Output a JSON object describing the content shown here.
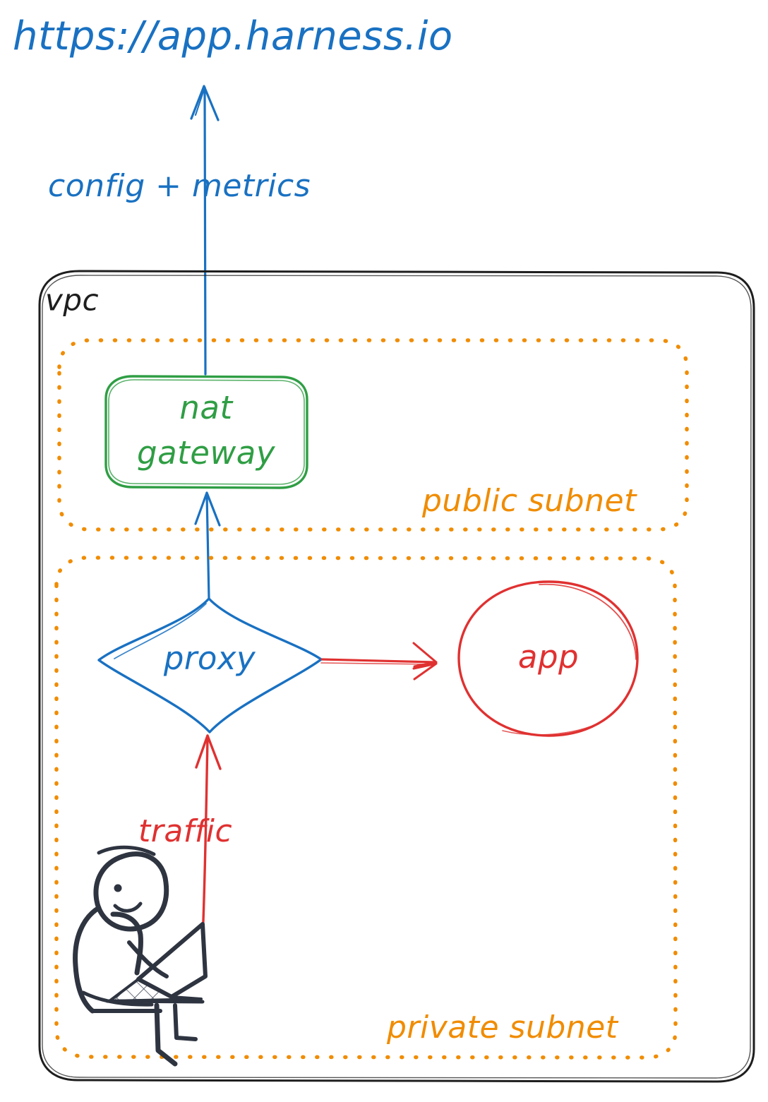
{
  "diagram": {
    "title_url": "https://app.harness.io",
    "colors": {
      "blue": "#1971c2",
      "green": "#2f9e44",
      "red": "#e03131",
      "orange": "#f08c00",
      "black": "#1e1e1e"
    },
    "labels": {
      "config_metrics": "config + metrics",
      "vpc": "vpc",
      "public_subnet": "public subnet",
      "private_subnet": "private subnet",
      "traffic": "traffic"
    },
    "nodes": {
      "nat_gateway_line1": "nat",
      "nat_gateway_line2": "gateway",
      "proxy": "proxy",
      "app": "app"
    },
    "icons": {
      "person": "person-with-laptop-icon",
      "arrow_up_outbound": "arrow-up-icon",
      "arrow_proxy_to_nat": "arrow-up-icon",
      "arrow_proxy_to_app": "arrow-right-icon",
      "arrow_traffic_to_proxy": "arrow-up-icon"
    }
  }
}
